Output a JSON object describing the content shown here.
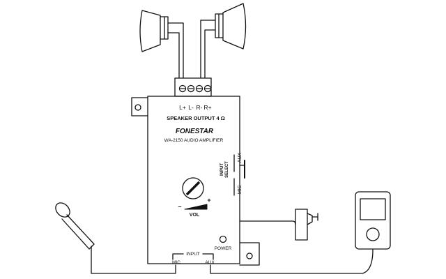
{
  "terminals": [
    "L+",
    "L-",
    "R-",
    "R+"
  ],
  "speaker_output_label": "SPEAKER OUTPUT 4 Ω",
  "brand": "FONESTAR",
  "model": "WA-2150 AUDIO AMPLIFIER",
  "input_select": {
    "title_line1": "INPUT",
    "title_line2": "SELECT",
    "aux": "AUX",
    "mic": "MIC"
  },
  "volume": {
    "label": "VOL",
    "minus": "–",
    "plus": "+"
  },
  "power_label": "POWER",
  "input": {
    "title": "INPUT",
    "mic": "MIC",
    "aux": "AUX"
  },
  "colors": {
    "line": "#111111",
    "background": "#ffffff"
  }
}
